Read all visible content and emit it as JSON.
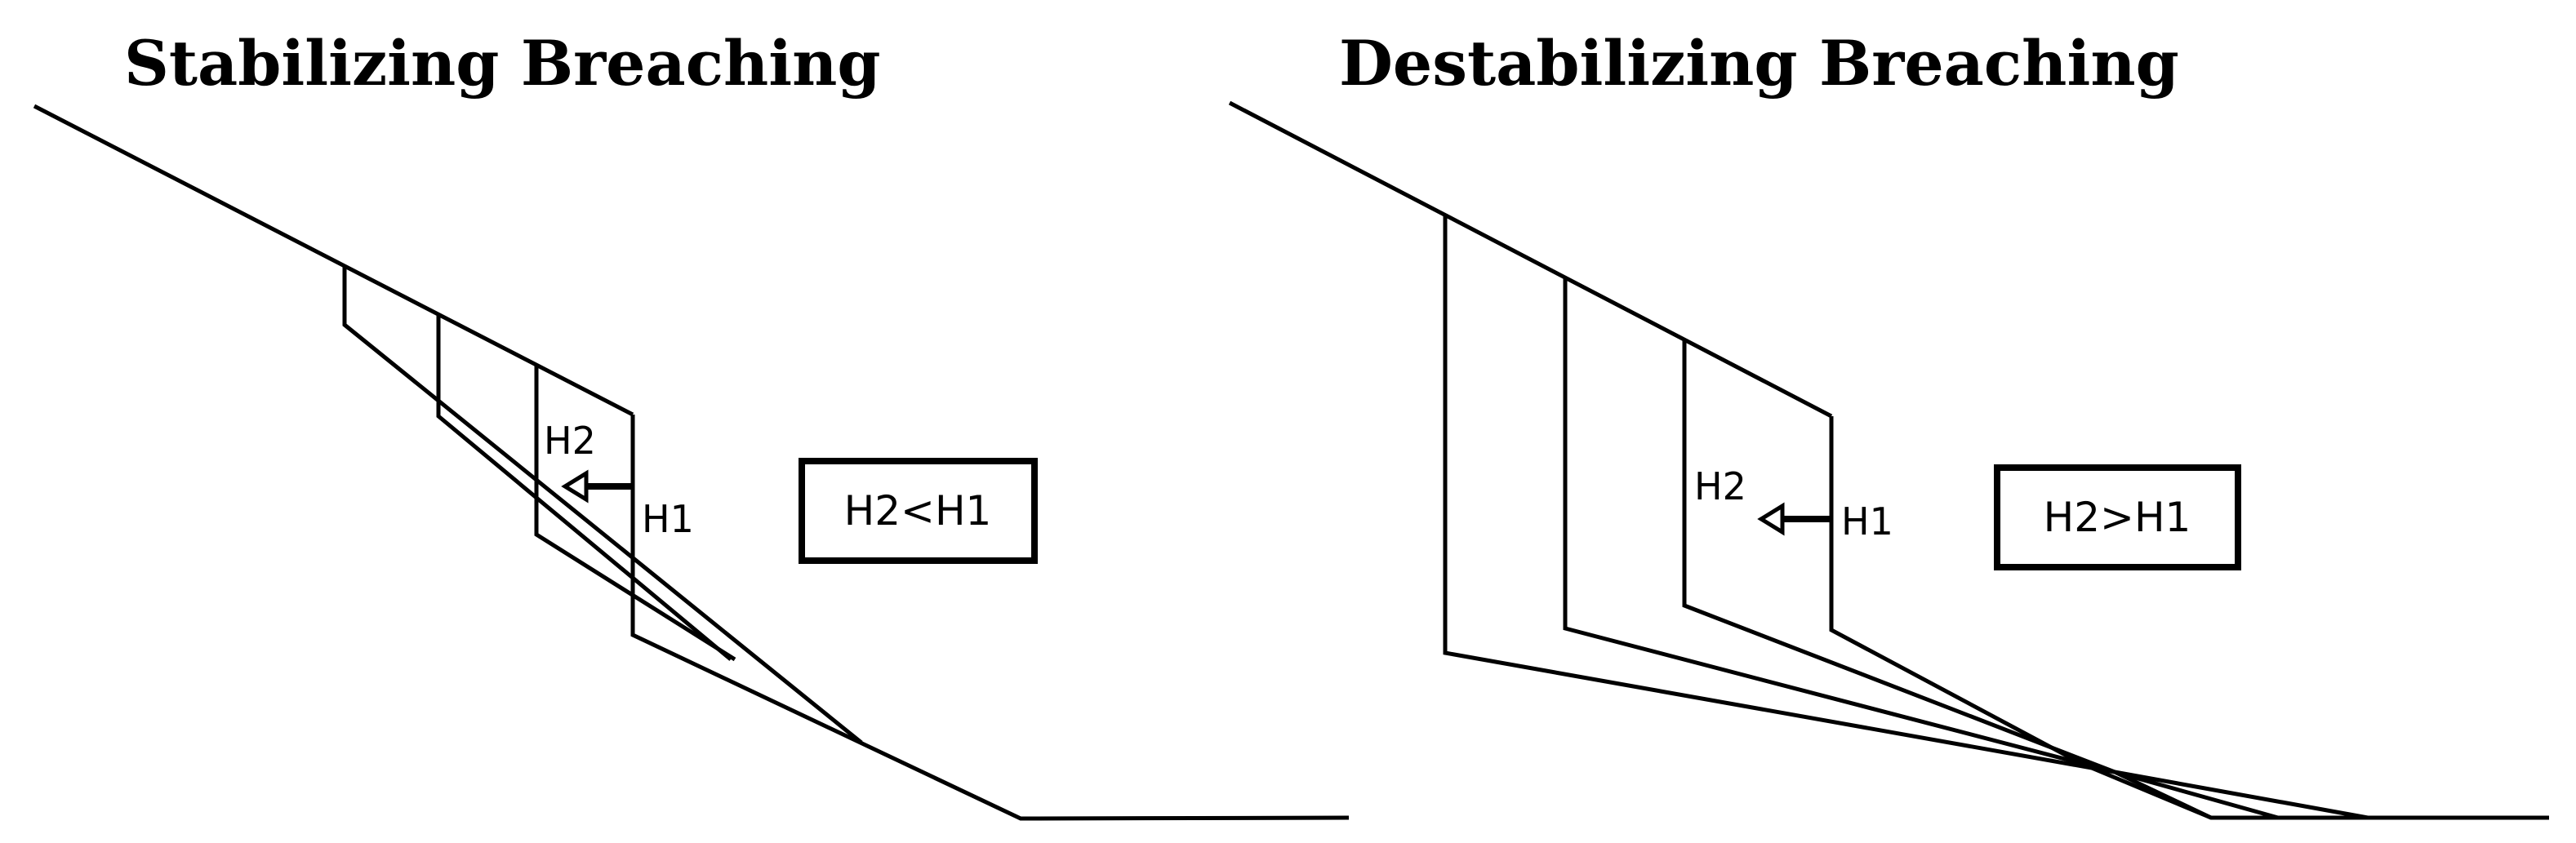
{
  "panels": {
    "left": {
      "title": "Stabilizing Breaching",
      "label_h1": "H1",
      "label_h2": "H2",
      "relation": "H2<H1"
    },
    "right": {
      "title": "Destabilizing Breaching",
      "label_h1": "H1",
      "label_h2": "H2",
      "relation": "H2>H1"
    }
  },
  "colors": {
    "stroke": "#000000",
    "background": "#ffffff"
  }
}
